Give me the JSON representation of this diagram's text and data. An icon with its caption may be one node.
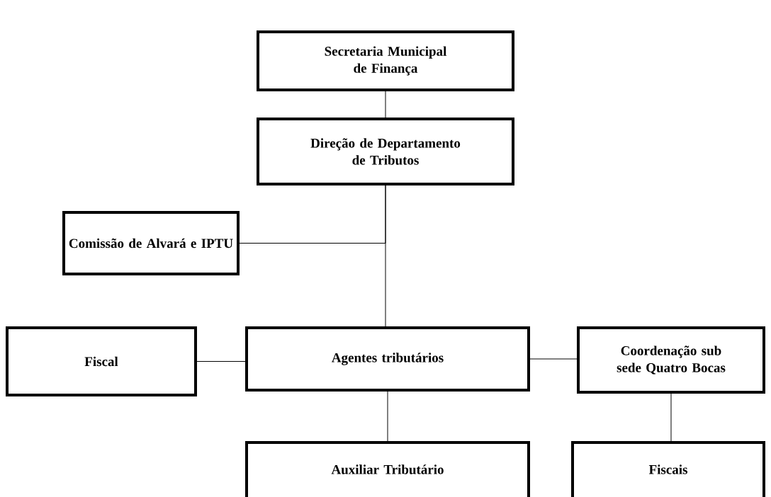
{
  "diagram": {
    "nodes": [
      {
        "text": [
          "Secretaria Municipal de Finança"
        ]
      },
      {
        "text": [
          "Direção de Departamento de Tributos"
        ]
      },
      {
        "text": [
          "Comissão de Alvará e IPTU"
        ]
      },
      {
        "text": [
          "Fiscal"
        ]
      },
      {
        "text": [
          "Agentes tributários"
        ]
      },
      {
        "text": [
          "Coordenação sub sede Quatro Bocas"
        ]
      },
      {
        "text": [
          "Auxiliar Tributário"
        ]
      },
      {
        "text": [
          "Fiscais"
        ]
      }
    ],
    "edges": [
      {
        "from": 0,
        "to": 1,
        "arrow": "none"
      },
      {
        "from": 1,
        "to": 4,
        "arrow": "none"
      },
      {
        "from": 1,
        "to": 2,
        "arrow": "none"
      },
      {
        "from": 3,
        "to": 4,
        "arrow": "none"
      },
      {
        "from": 4,
        "to": 5,
        "arrow": "none"
      },
      {
        "from": 4,
        "to": 6,
        "arrow": "none"
      },
      {
        "from": 5,
        "to": 7,
        "arrow": "none"
      }
    ]
  }
}
